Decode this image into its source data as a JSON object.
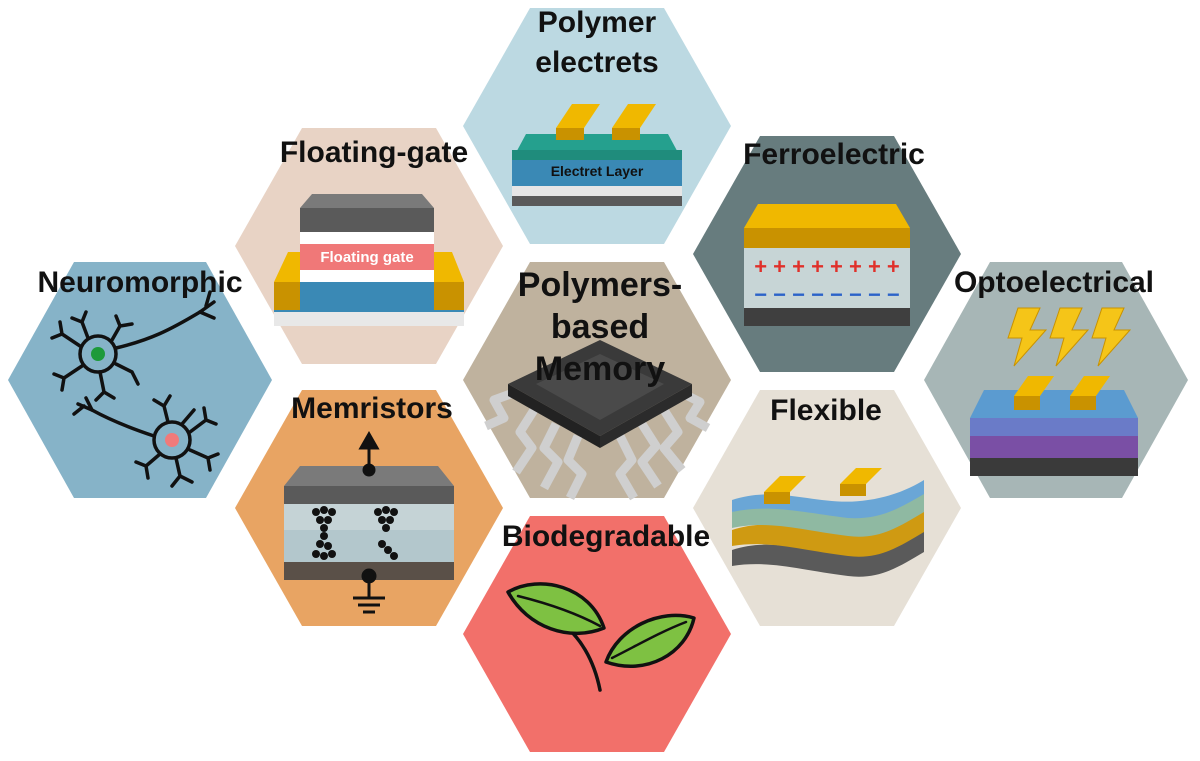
{
  "center": {
    "title_lines": [
      "Polymers-",
      "based",
      "Memory"
    ]
  },
  "tiles": {
    "polymer_electrets": {
      "title_lines": [
        "Polymer",
        "electrets"
      ],
      "layer_label": "Electret Layer",
      "color": "#bcd9e2"
    },
    "floating_gate": {
      "title": "Floating-gate",
      "layer_label": "Floating gate",
      "color": "#e8d3c5"
    },
    "ferroelectric": {
      "title": "Ferroelectric",
      "plus_charges": "+ + + + + + + +",
      "minus_charges": "− − − − − − − −",
      "color": "#677c7e"
    },
    "neuromorphic": {
      "title": "Neuromorphic",
      "color": "#86b3c8"
    },
    "optoelectrical": {
      "title": "Optoelectrical",
      "color": "#a7b6b6"
    },
    "memristors": {
      "title": "Memristors",
      "color": "#e8a463"
    },
    "flexible": {
      "title": "Flexible",
      "color": "#e6e0d6"
    },
    "biodegradable": {
      "title": "Biodegradable",
      "color": "#f2706a"
    },
    "center_tile": {
      "color": "#bfb29e"
    }
  },
  "colors": {
    "gold": "#f0b800",
    "gold_dark": "#c99200",
    "blue_layer": "#3a89b5",
    "grey_electrode": "#5a5a5a",
    "red_charge": "#e0302a",
    "blue_charge": "#2b63c9",
    "leaf_green": "#7ec142",
    "purple_layer": "#7a4fa5"
  },
  "icons": [
    "microchip-icon",
    "neuron-icon",
    "leaf-icon",
    "lightning-bolt-icon",
    "ground-symbol-icon",
    "arrow-up-icon"
  ]
}
